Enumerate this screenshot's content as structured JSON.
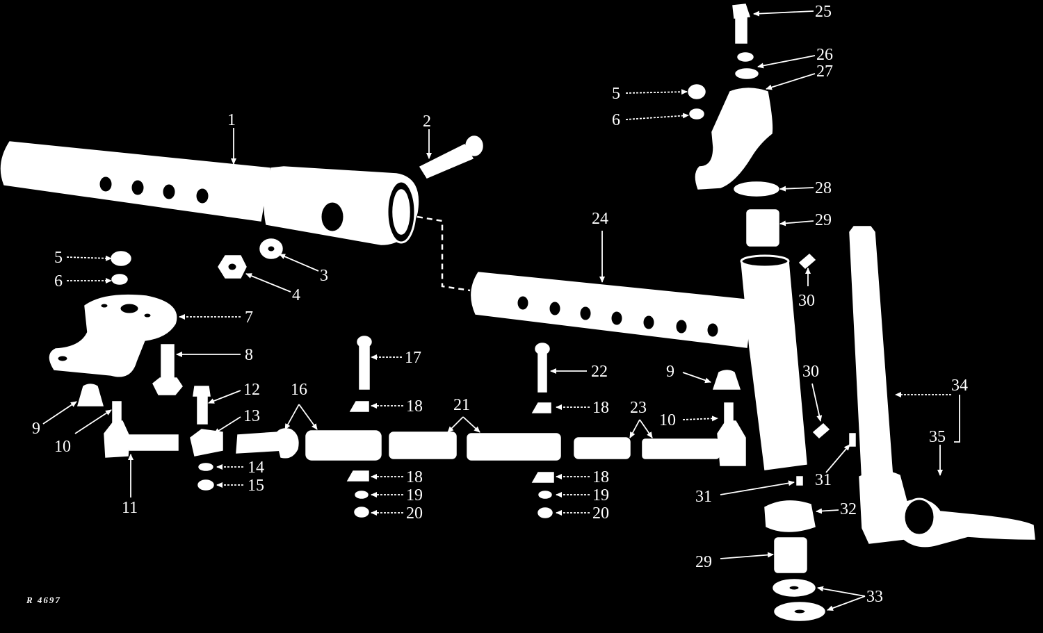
{
  "drawing_ref": "R 4697",
  "callouts": [
    "1",
    "2",
    "3",
    "4",
    "5",
    "6",
    "7",
    "8",
    "9",
    "10",
    "11",
    "12",
    "13",
    "14",
    "15",
    "16",
    "17",
    "18",
    "19",
    "20",
    "21",
    "22",
    "23",
    "24",
    "25",
    "26",
    "27",
    "28",
    "29",
    "30",
    "31",
    "32",
    "33",
    "34",
    "35"
  ],
  "colors": {
    "background": "#000000",
    "ink": "#ffffff"
  }
}
